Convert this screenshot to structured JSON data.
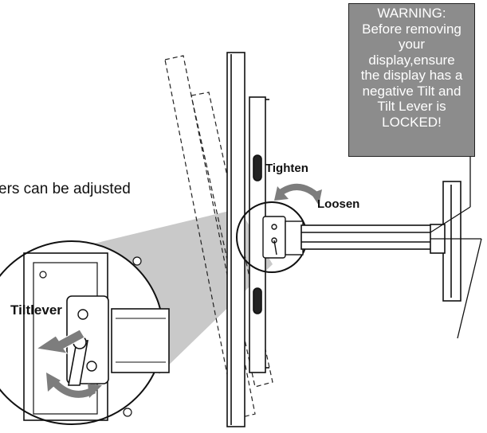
{
  "warning": {
    "lines": [
      "WARNING:",
      "Before removing",
      "your",
      "display,ensure",
      "the display has a",
      "negative Tilt and",
      "Tilt Lever is",
      "LOCKED!"
    ]
  },
  "labels": {
    "tighten": "Tighten",
    "loosen": "Loosen",
    "adjust_text": "ers can be adjusted",
    "tilt_lever": "Tiltlever"
  },
  "colors": {
    "warning_box": "#8c8c8c",
    "magnify_beam": "#c9c9c9",
    "arrow_gray": "#7d7d7d",
    "line": "#111111"
  }
}
